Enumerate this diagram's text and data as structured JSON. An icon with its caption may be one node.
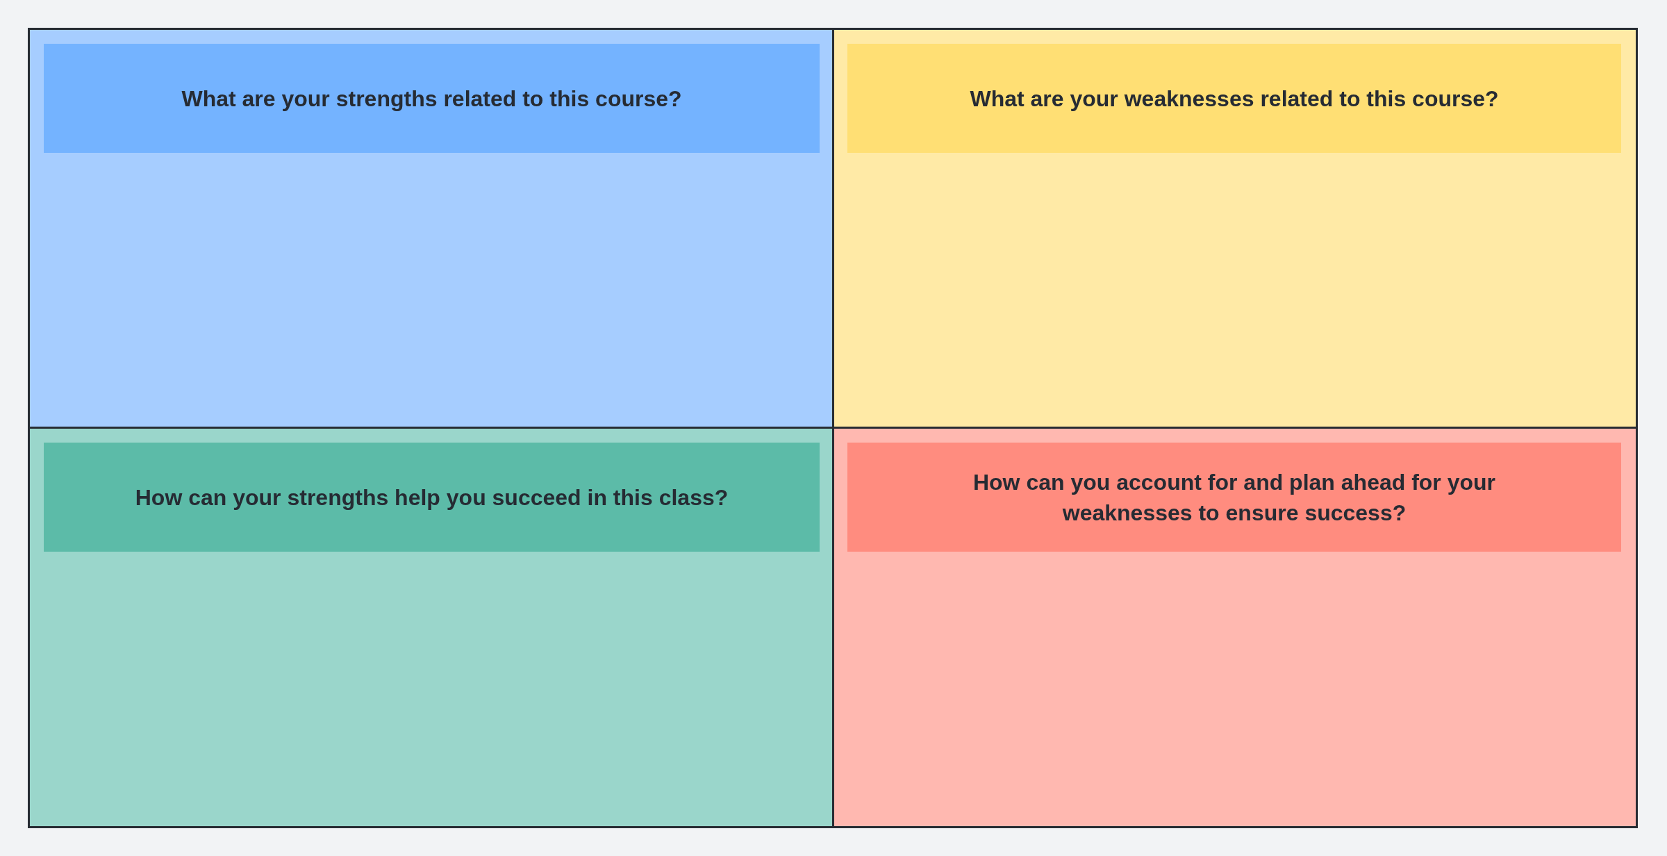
{
  "diagram": {
    "nodes": [
      {
        "text": [],
        "shape": "box"
      },
      {
        "text": [
          "What are your strengths related to this course?"
        ],
        "in": 0
      },
      {
        "text": [],
        "shape": "box"
      },
      {
        "text": [
          "What are your weaknesses related to this course?"
        ],
        "in": 2
      },
      {
        "text": [],
        "shape": "box"
      },
      {
        "text": [
          "How can your strengths help you succeed in this class?"
        ],
        "in": 4
      },
      {
        "text": [],
        "shape": "box"
      },
      {
        "text": [
          "How can you account for and plan ahead for your weaknesses to ensure success?"
        ],
        "in": 6
      }
    ]
  }
}
